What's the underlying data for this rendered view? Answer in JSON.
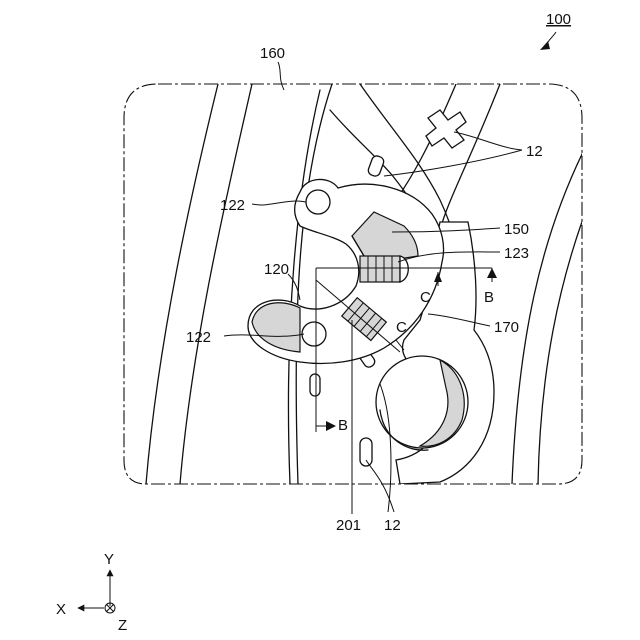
{
  "figure": {
    "ref_main": "100",
    "labels": {
      "l160": "160",
      "l12_top": "12",
      "l122_top": "122",
      "l150": "150",
      "l123": "123",
      "l120": "120",
      "lB_right": "B",
      "lC_right": "C",
      "lC_lower": "C",
      "l170": "170",
      "l122_bottom": "122",
      "lB_bottom": "B",
      "l201": "201",
      "l12_bottom": "12"
    },
    "axes": {
      "y": "Y",
      "x": "X",
      "z": "Z"
    }
  }
}
